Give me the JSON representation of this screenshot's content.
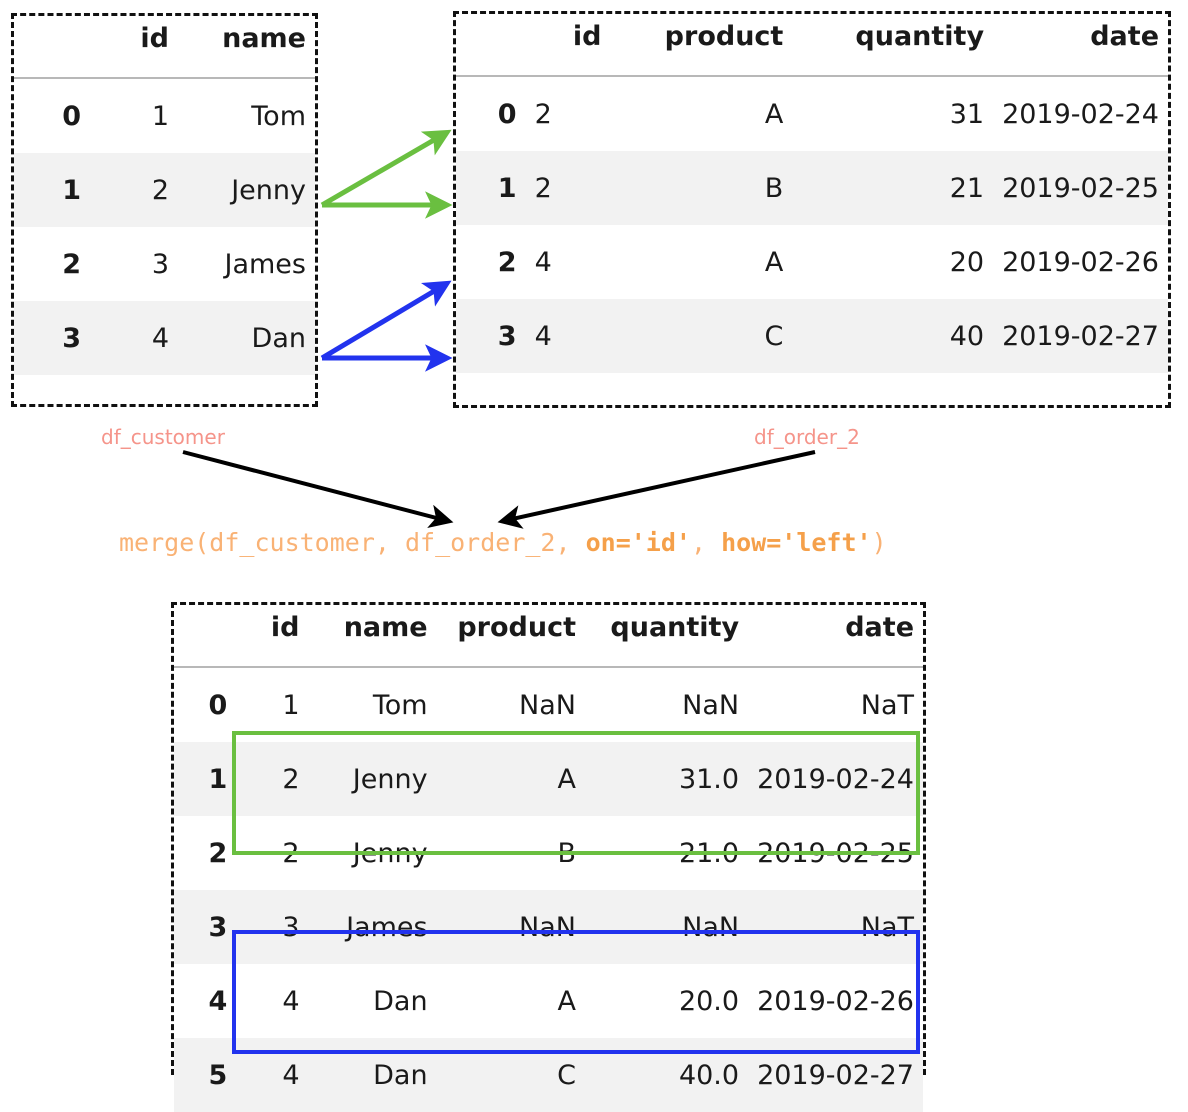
{
  "colors": {
    "green": "#6ABF40",
    "blue": "#2233EE",
    "salmon": "#F5948A",
    "code_orange": "#F9B275",
    "code_orange_bold": "#F5A04A",
    "zebra_gray": "#F2F2F2",
    "dash_border": "#111111",
    "header_rule": "#B8B8B8",
    "text": "#1A1A1A"
  },
  "df_customer": {
    "label": "df_customer",
    "columns": [
      "",
      "id",
      "name"
    ],
    "rows": [
      {
        "index": "0",
        "id": "1",
        "name": "Tom"
      },
      {
        "index": "1",
        "id": "2",
        "name": "Jenny"
      },
      {
        "index": "2",
        "id": "3",
        "name": "James"
      },
      {
        "index": "3",
        "id": "4",
        "name": "Dan"
      }
    ]
  },
  "df_order_2": {
    "label": "df_order_2",
    "columns": [
      "",
      "id",
      "product",
      "quantity",
      "date"
    ],
    "rows": [
      {
        "index": "0",
        "id": "2",
        "product": "A",
        "quantity": "31",
        "date": "2019-02-24"
      },
      {
        "index": "1",
        "id": "2",
        "product": "B",
        "quantity": "21",
        "date": "2019-02-25"
      },
      {
        "index": "2",
        "id": "4",
        "product": "A",
        "quantity": "20",
        "date": "2019-02-26"
      },
      {
        "index": "3",
        "id": "4",
        "product": "C",
        "quantity": "40",
        "date": "2019-02-27"
      }
    ]
  },
  "merge_code": {
    "prefix": "merge(df_customer, df_order_2, ",
    "arg_on": "on='id'",
    "separator": ", ",
    "arg_how": "how='left'",
    "suffix": ")",
    "full": "merge(df_customer, df_order_2, on='id', how='left')"
  },
  "df_result": {
    "columns": [
      "",
      "id",
      "name",
      "product",
      "quantity",
      "date"
    ],
    "rows": [
      {
        "index": "0",
        "id": "1",
        "name": "Tom",
        "product": "NaN",
        "quantity": "NaN",
        "date": "NaT"
      },
      {
        "index": "1",
        "id": "2",
        "name": "Jenny",
        "product": "A",
        "quantity": "31.0",
        "date": "2019-02-24"
      },
      {
        "index": "2",
        "id": "2",
        "name": "Jenny",
        "product": "B",
        "quantity": "21.0",
        "date": "2019-02-25"
      },
      {
        "index": "3",
        "id": "3",
        "name": "James",
        "product": "NaN",
        "quantity": "NaN",
        "date": "NaT"
      },
      {
        "index": "4",
        "id": "4",
        "name": "Dan",
        "product": "A",
        "quantity": "20.0",
        "date": "2019-02-26"
      },
      {
        "index": "5",
        "id": "4",
        "name": "Dan",
        "product": "C",
        "quantity": "40.0",
        "date": "2019-02-27"
      }
    ]
  }
}
